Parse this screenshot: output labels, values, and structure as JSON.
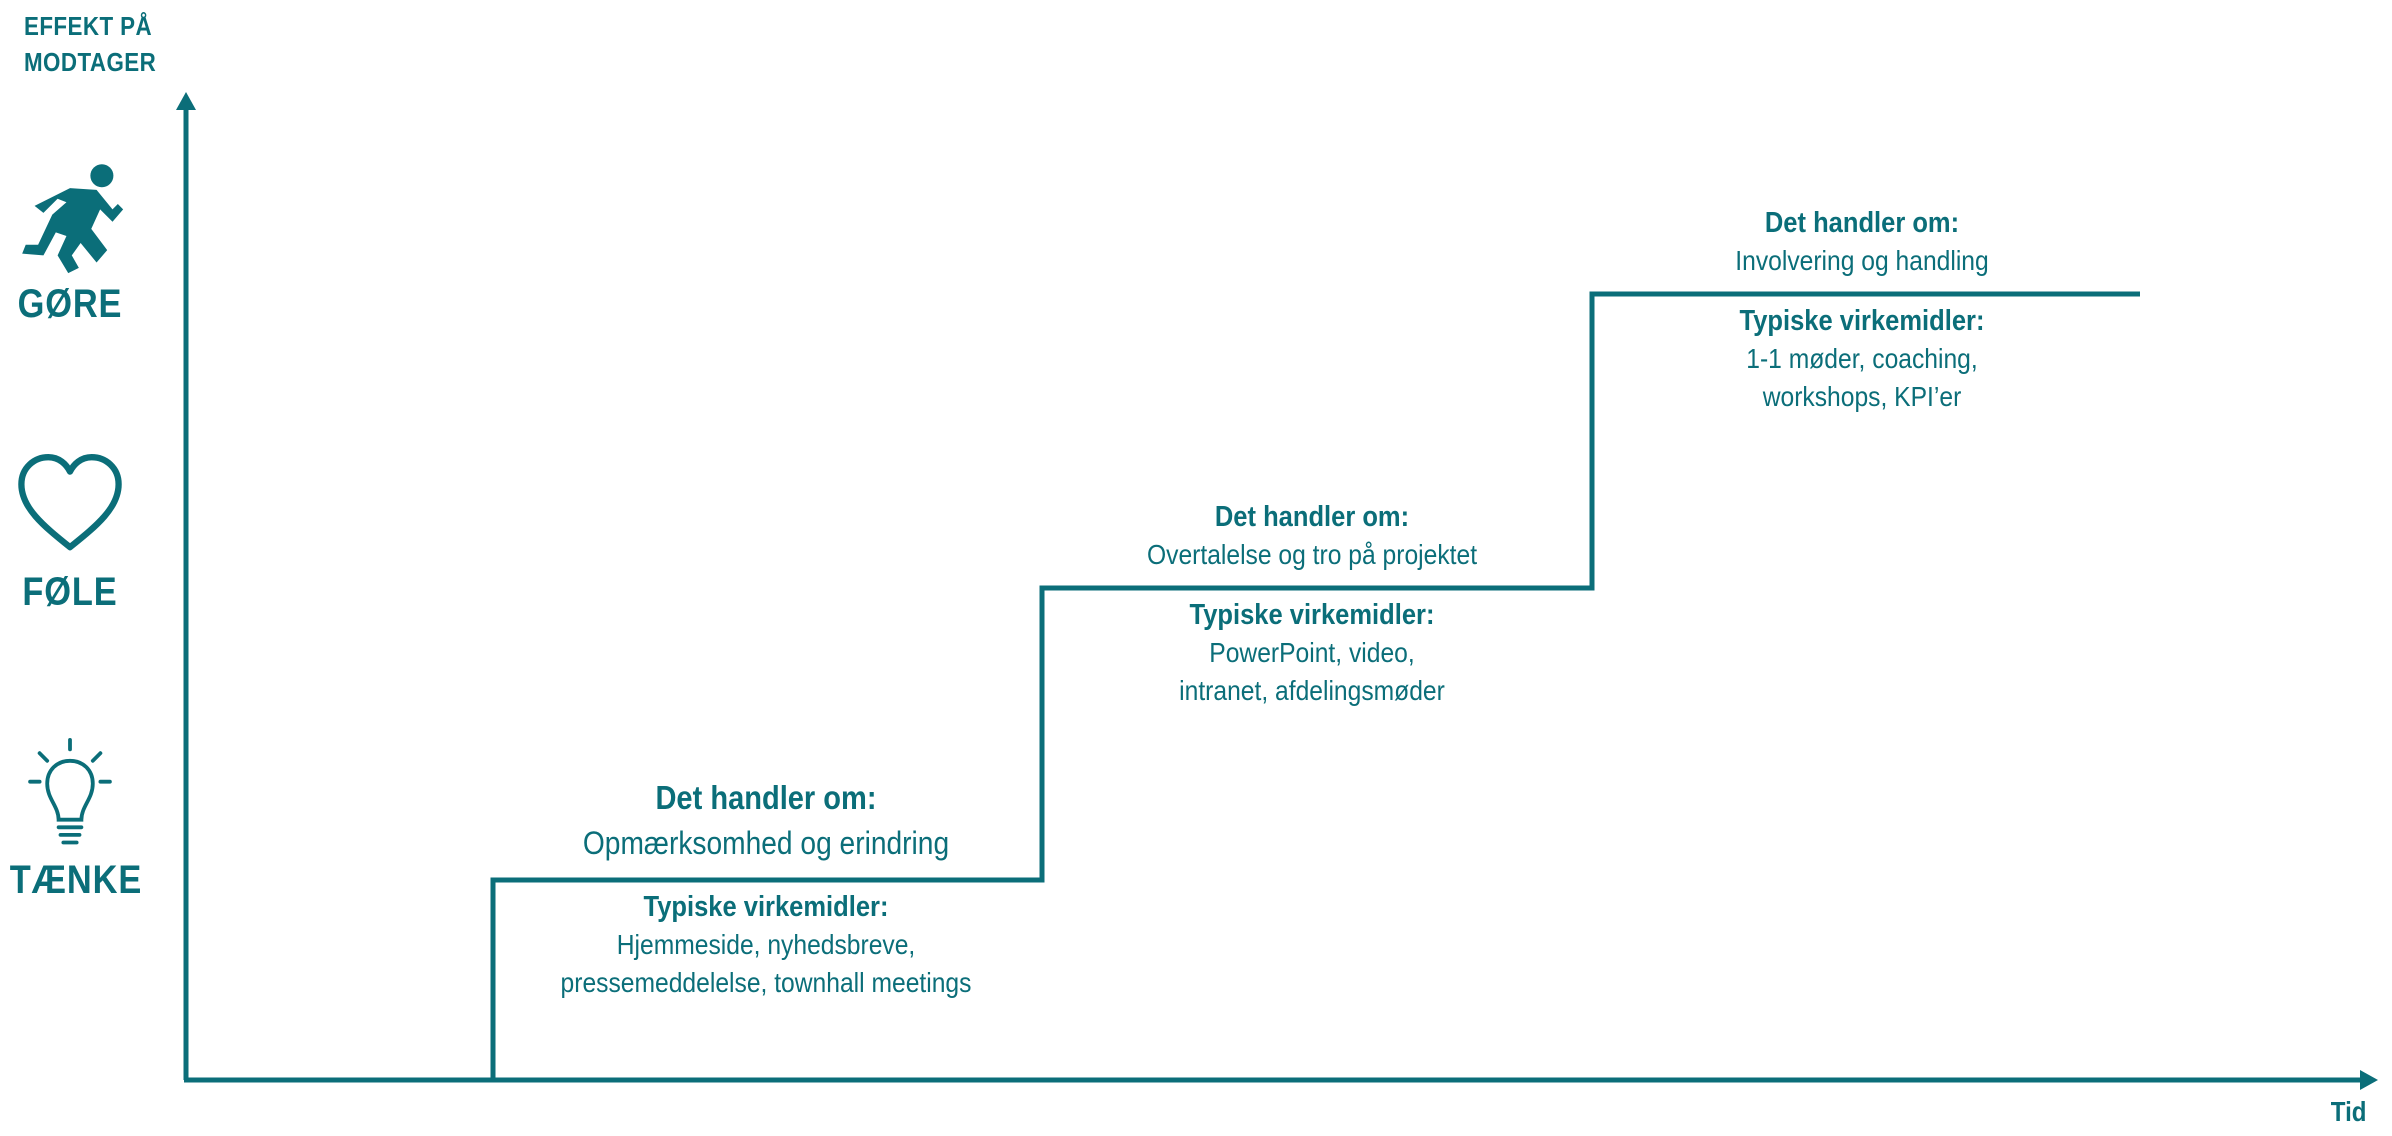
{
  "colors": {
    "accent": "#0b6e79",
    "background": "#ffffff"
  },
  "y_axis": {
    "caption_line1": "EFFEKT PÅ",
    "caption_line2": "MODTAGER"
  },
  "x_axis": {
    "caption": "Tid"
  },
  "levels": [
    {
      "label": "GØRE",
      "icon": "running-person-icon"
    },
    {
      "label": "FØLE",
      "icon": "heart-icon"
    },
    {
      "label": "TÆNKE",
      "icon": "lightbulb-icon"
    }
  ],
  "steps": [
    {
      "heading": "Det handler om:",
      "subtitle": "Opmærksomhed og erindring",
      "means_heading": "Typiske virkemidler:",
      "means_lines": [
        "Hjemmeside, nyhedsbreve,",
        "pressemeddelelse, townhall meetings"
      ]
    },
    {
      "heading": "Det handler om:",
      "subtitle": "Overtalelse og tro på projektet",
      "means_heading": "Typiske virkemidler:",
      "means_lines": [
        "PowerPoint, video,",
        "intranet, afdelingsmøder"
      ]
    },
    {
      "heading": "Det handler om:",
      "subtitle": "Involvering og handling",
      "means_heading": "Typiske virkemidler:",
      "means_lines": [
        "1-1 møder, coaching,",
        "workshops, KPI’er"
      ]
    }
  ]
}
